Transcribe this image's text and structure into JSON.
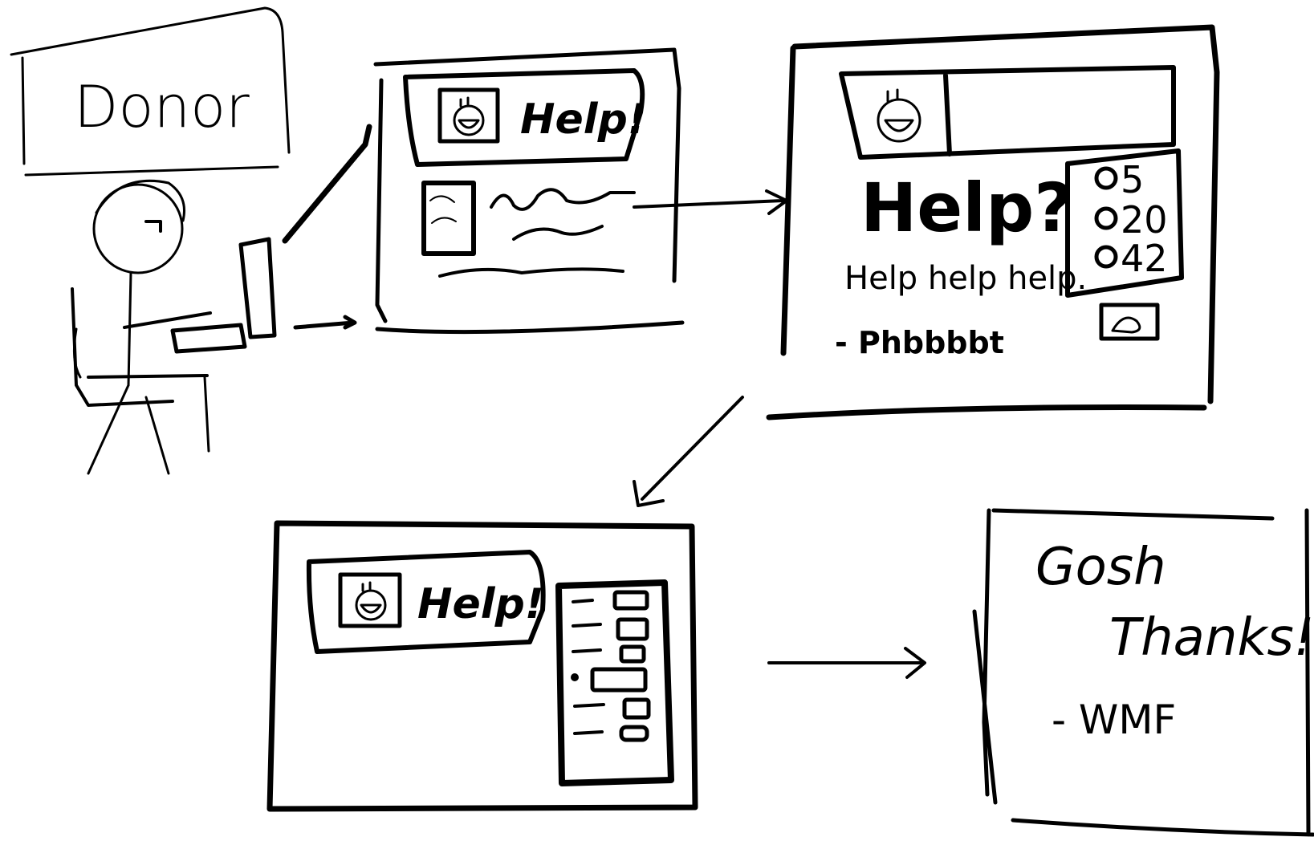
{
  "donor_sign": {
    "label": "Donor"
  },
  "panel_1": {
    "banner_text": "Help!"
  },
  "panel_2": {
    "headline": "Help?",
    "body_text": "Help help help.",
    "signature": "- Phbbbbt",
    "amounts": [
      "5",
      "20",
      "42"
    ]
  },
  "panel_3": {
    "banner_text": "Help!"
  },
  "panel_4": {
    "line1": "Gosh",
    "line2": "Thanks!",
    "signature": "- WMF"
  }
}
